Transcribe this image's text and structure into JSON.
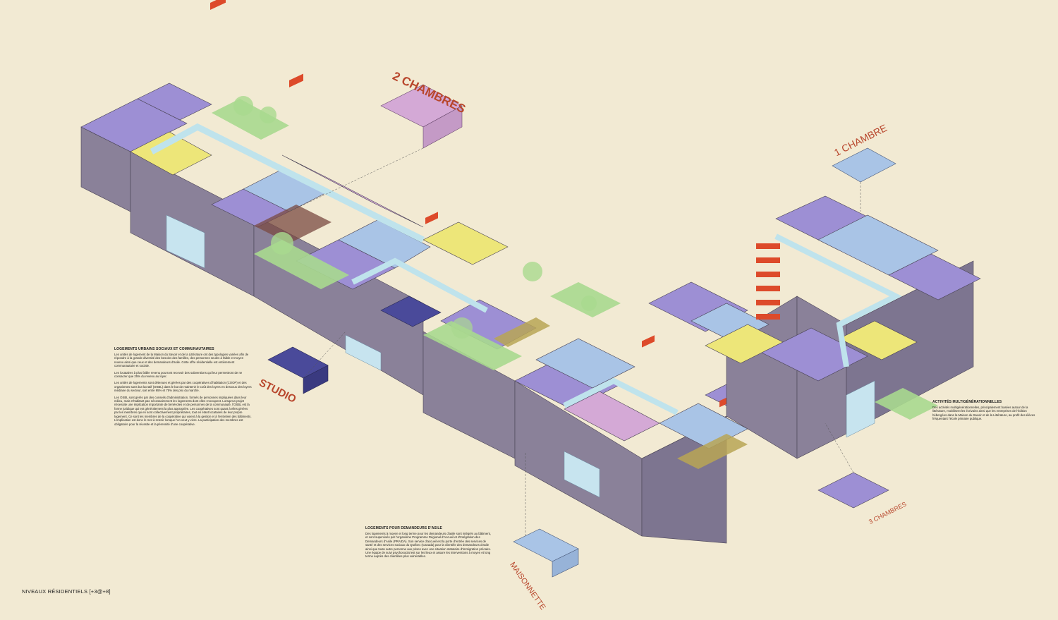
{
  "labels": {
    "deux_chambres": "2 CHAMBRES",
    "une_chambre": "1 CHAMBRE",
    "studio": "STUDIO",
    "trois_chambres": "3 CHAMBRES",
    "maisonnette": "MAISONNETTE"
  },
  "blocks": {
    "logements": {
      "title": "LOGEMENTS URBAINS SOCIAUX ET COMMUNAUTAIRES",
      "p1": "Les unités de logement de la Maison du Savoir et de la Littérature ont des typologies variées afin de répondre à la grande diversité des besoins des familles, des personnes seules à faible et moyen revenu ainsi que ceux et des demandeurs d'asile. Cette offre résidentielle est entièrement communautaire et sociale.",
      "p2": "Les locataires à plus faible revenu pourront recevoir des subventions qui leur permettront de ne consacrer que 25% du revenu au loyer.",
      "p3": "Les unités de logements sont détenues et gérées par des coopératives d'habitation (COOP) et des organismes sans but lucratif (OSBL) dans le but de maintenir le coût des loyers en dessous des loyers médiane du secteur, soit entre 95% et 75% des prix du marché.",
      "p4": "Les OSBL sont gérés par des conseils d'administration, formés de personnes impliquées dans leur milieu, mais n'habitant pas nécessairement les logements dont elles s'occupent. Lorsqu'un projet nécessite une implication importante de bénévoles et de personnes de la communauté, l'OSBL est la forme juridique qui est généralement la plus appropriée. Les coopératives sont quant à elles gérées par les membres qui en sont collectivement propriétaires, tout en étant locataires de leur propre logement. Ce sont les membres de la coopérative qui voient à la gestion et à l'entretien des bâtiments. L'implication est donc le mot à retenir lorsque l'on veut y vivre. La participation des membres est obligatoire pour la réussite et la pérennité d'une coopérative."
    },
    "asile": {
      "title": "LOGEMENTS POUR DEMANDEURS D'ASILE",
      "p1": "Des logements à moyen et long terme pour les demandeurs d'asile sont intégrés au bâtiment, et sont supervisés par l'organisme Programme Régional d'Accueil et d'Intégration des Demandeurs d'Asile (PRAIDA). Son service d'accueil est la porte d'entrée des services de santé et des services sociaux du Québec (Canada) pour la clientèle des demandeurs d'asile ainsi que toute autre personne aux prises avec une situation statutaire d'immigration précaire. Une équipe de suivi psychosocial est sur les lieux et assure les interventions à moyen et long terme auprès des clientèles plus vulnérables."
    },
    "activites": {
      "title": "ACTIVITÉS MULTIGÉNÉRATIONNELLES",
      "p1": "Des activités multigénérationnelles, principalement basées autour de la littérature, mobilisent les écrivains ainsi que les entreprises de l'édition hébergées dans la Maison du Savoir et de la Littérature, au profit des élèves fréquentant l'école primaire publique."
    }
  },
  "footer": {
    "text": "NIVEAUX RÉSIDENTIELS [+3@+8]"
  },
  "colors": {
    "background": "#f2ead3",
    "facade": "#8a8199",
    "roof_purple": "#9d8fd4",
    "roof_blue": "#a9c4e6",
    "roof_yellow": "#ede679",
    "roof_pink": "#d4a9d6",
    "corridor": "#bfe3ec",
    "garden": "#a9d98f",
    "stair": "#dd4a2a",
    "accent_label": "#b8462c",
    "brown": "#7a4a42",
    "olive": "#b9a655"
  }
}
